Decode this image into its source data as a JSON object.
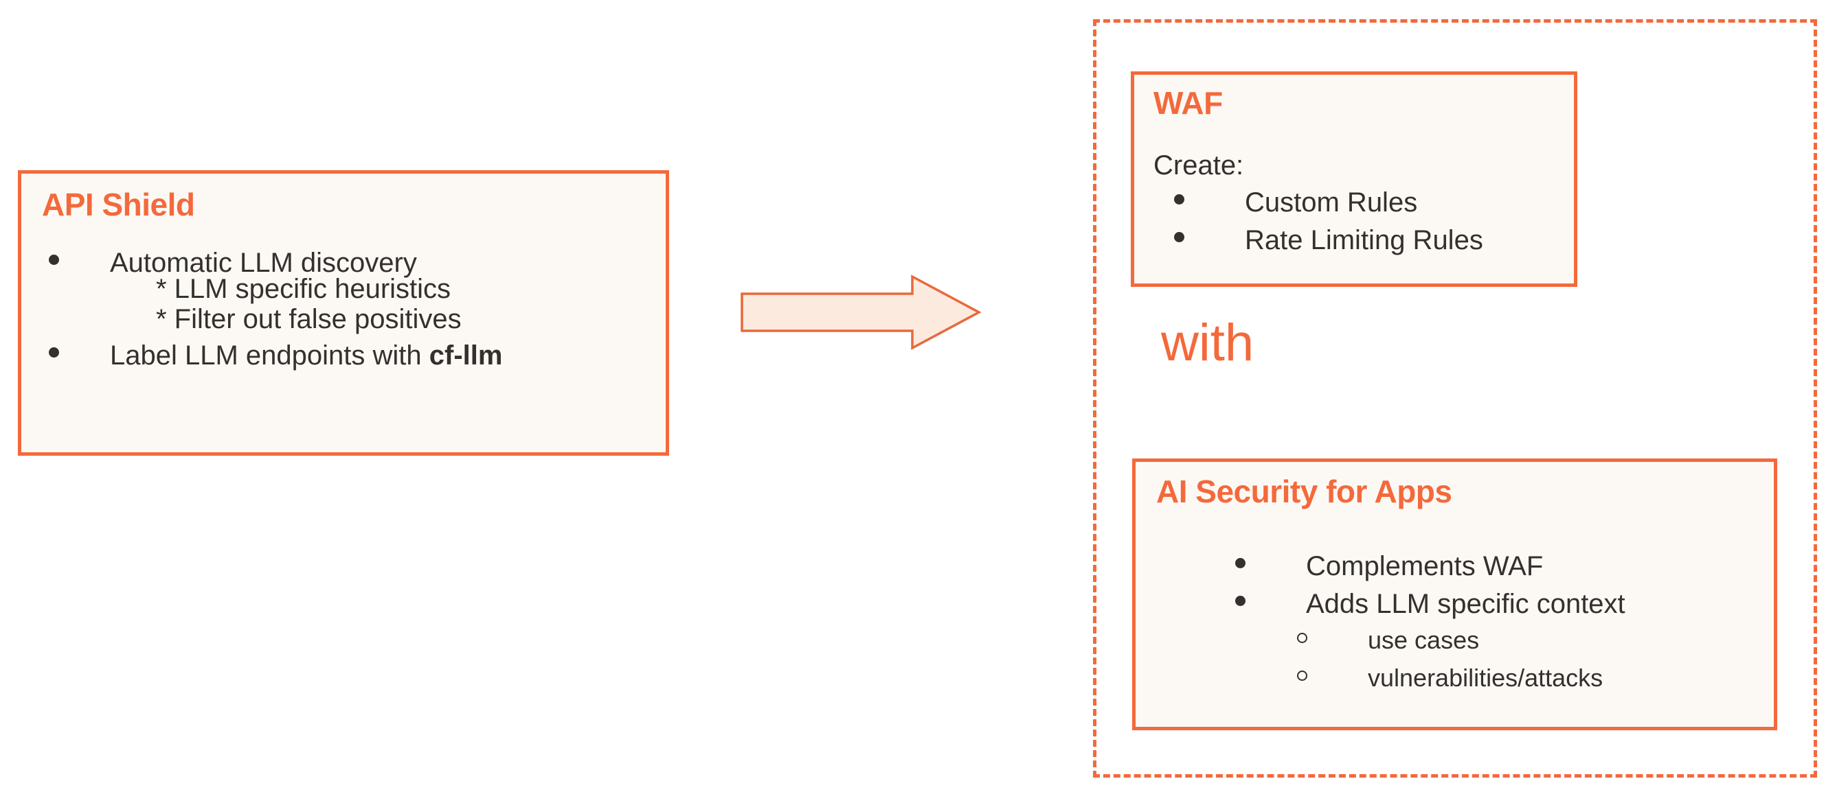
{
  "colors": {
    "accent": "#F4693B",
    "card_fill": "#FCF9F5",
    "text": "#33302D",
    "arrow_fill": "#FCEADF",
    "background": "#FFFFFF"
  },
  "api_shield": {
    "title": "API Shield",
    "bullet_1": "Automatic LLM discovery",
    "sub_1": "* LLM specific heuristics",
    "sub_2": "* Filter out false positives",
    "bullet_2_prefix": "Label LLM endpoints with ",
    "bullet_2_code": "cf-llm"
  },
  "arrow": {
    "name": "right-arrow",
    "direction": "right"
  },
  "grouping": {
    "waf": {
      "title": "WAF",
      "intro": "Create:",
      "bullets": [
        "Custom Rules",
        "Rate Limiting Rules"
      ]
    },
    "connector_label": "with",
    "ai_security": {
      "title": "AI Security for Apps",
      "bullets": [
        "Complements WAF",
        "Adds LLM specific context"
      ],
      "sub_bullets": [
        "use cases",
        "vulnerabilities/attacks"
      ]
    }
  }
}
